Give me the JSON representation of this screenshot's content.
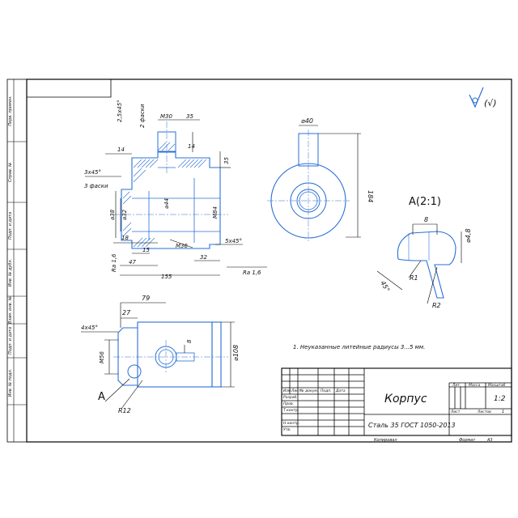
{
  "roughness": {
    "symbol": "(√)"
  },
  "side_strip": {
    "labels": [
      "Перв. примен.",
      "Справ. №",
      "Подп. и дата",
      "Инв. № дубл.",
      "Взам. инв. №",
      "Подп. и дата",
      "Инв. № подл."
    ]
  },
  "front_view": {
    "chamfer_top": "2,5x45°",
    "chamfer_top_count": "2 фаски",
    "m30": "M30",
    "d35_top": "35",
    "d14_right": "14",
    "d35_right": "35",
    "d14_left": "14",
    "chamfer_left": "3x45°",
    "chamfer_left_count": "3 фаски",
    "dia38": "⌀38",
    "dia32": "⌀32",
    "dia44": "⌀44",
    "m84": "M84",
    "m36": "M36",
    "d18": "18",
    "d15": "15",
    "d47": "47",
    "d155": "155",
    "d32": "32",
    "chamfer_right": "5x45°",
    "ra16_left": "Ra 1,6",
    "ra16_bottom": "Ra 1,6"
  },
  "side_view": {
    "dia40": "⌀40",
    "d184": "184"
  },
  "detail_a": {
    "title": "A(2:1)",
    "d8": "8",
    "dia48": "⌀4,8",
    "r1": "R1",
    "r2": "R2",
    "angle": "45°"
  },
  "top_view": {
    "d79": "79",
    "d27": "27",
    "chamfer": "4x45°",
    "m56": "M56",
    "d8": "8",
    "dia108": "⌀108",
    "view_label": "A",
    "r12": "R12"
  },
  "notes": {
    "note1": "1. Неуказанные литейные радиусы 3...5 мм."
  },
  "title_block": {
    "name": "Корпус",
    "material": "Сталь 35 ГОСТ 1050-2013",
    "col_lit": "Лит.",
    "col_mass": "Масса",
    "col_scale": "Масштаб",
    "scale_value": "1:2",
    "sheet": "Лист",
    "sheets": "Листов",
    "sheets_value": "1",
    "rows": [
      "Изм.",
      "Лист",
      "№ докум.",
      "Подп.",
      "Дата"
    ],
    "role_develop": "Разраб.",
    "role_check": "Пров.",
    "role_tcontrol": "Т.контр.",
    "role_ncontrol": "Н.контр.",
    "role_approve": "Утв.",
    "copied": "Копировал",
    "format": "Формат",
    "format_value": "A3"
  }
}
